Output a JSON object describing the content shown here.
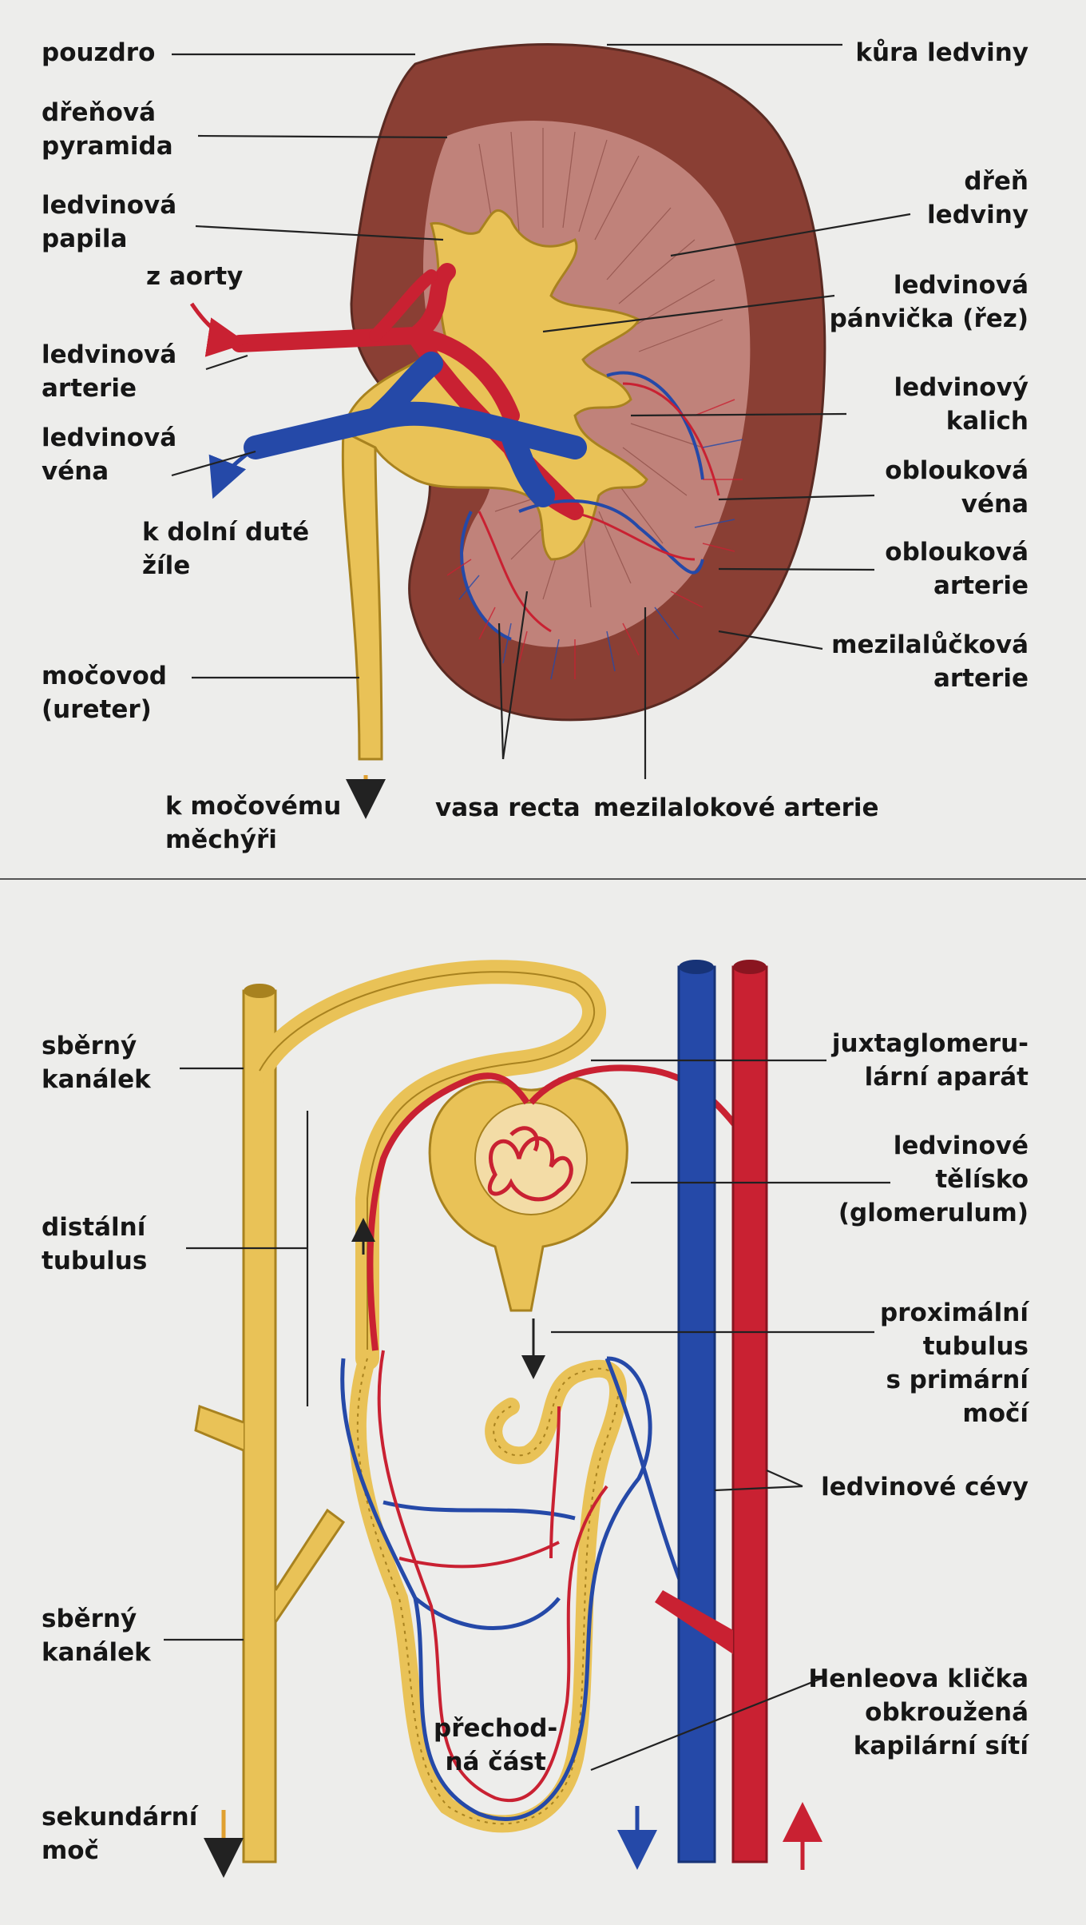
{
  "kidney": {
    "pouzdro": "pouzdro",
    "kura_ledviny": "kůra ledviny",
    "drenova_pyramida_1": "dřeňová",
    "drenova_pyramida_2": "pyramida",
    "ledvinova_papila_1": "ledvinová",
    "ledvinova_papila_2": "papila",
    "dren_ledviny_1": "dřeň",
    "dren_ledviny_2": "ledviny",
    "z_aorty": "z aorty",
    "ledvinova_panvicka_1": "ledvinová",
    "ledvinova_panvicka_2": "pánvička (řez)",
    "ledvinova_arterie_1": "ledvinová",
    "ledvinova_arterie_2": "arterie",
    "ledvinovy_kalich_1": "ledvinový",
    "ledvinovy_kalich_2": "kalich",
    "ledvinova_vena_1": "ledvinová",
    "ledvinova_vena_2": "véna",
    "obloukova_vena_1": "oblouková",
    "obloukova_vena_2": "véna",
    "k_dolni_dute_1": "k dolní duté",
    "k_dolni_dute_2": "žíle",
    "obloukova_arterie_1": "oblouková",
    "obloukova_arterie_2": "arterie",
    "mezilalouckova_1": "mezilalůčková",
    "mezilalouckova_2": "arterie",
    "mocovod_1": "močovod",
    "mocovod_2": "(ureter)",
    "k_mocovemu_1": "k močovému",
    "k_mocovemu_2": "měchýři",
    "vasa_recta": "vasa recta",
    "mezilalokove": "mezilalokové arterie"
  },
  "nephron": {
    "sberny_kanalek_top_1": "sběrný",
    "sberny_kanalek_top_2": "kanálek",
    "juxta_1": "juxtaglomeru-",
    "juxta_2": "lární aparát",
    "distalni_1": "distální",
    "distalni_2": "tubulus",
    "telisko_1": "ledvinové",
    "telisko_2": "tělísko",
    "telisko_3": "(glomerulum)",
    "proximalni_1": "proximální",
    "proximalni_2": "tubulus",
    "proximalni_3": "s primární",
    "proximalni_4": "močí",
    "ledvinove_cevy": "ledvinové cévy",
    "sberny_kanalek_bot_1": "sběrný",
    "sberny_kanalek_bot_2": "kanálek",
    "henle_1": "Henleova klička",
    "henle_2": "obkroužená",
    "henle_3": "kapilární sítí",
    "prechodna_1": "přechod-",
    "prechodna_2": "ná část",
    "sekundarni_1": "sekundární",
    "sekundarni_2": "moč"
  },
  "colors": {
    "kidney_cortex": "#8a3f34",
    "kidney_medulla": "#c58a82",
    "pelvis_yellow": "#e9c257",
    "artery_red": "#c92132",
    "vein_blue": "#2549a8",
    "background": "#ededeb"
  }
}
